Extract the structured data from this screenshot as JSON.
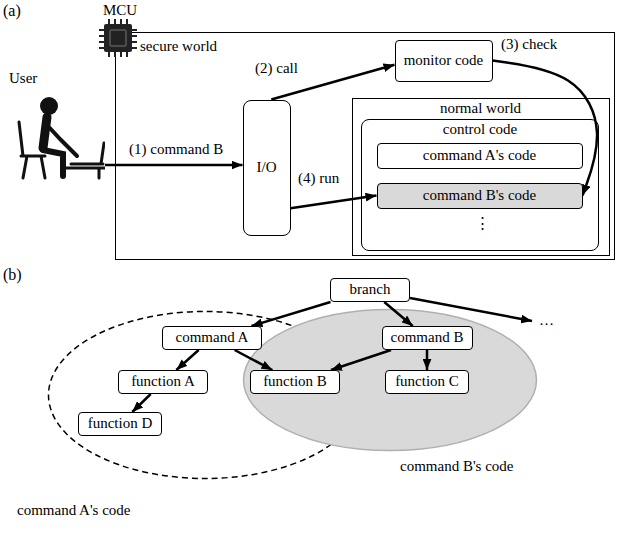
{
  "diagram": {
    "nodes": [
      {
        "text": [
          "secure world"
        ]
      },
      {
        "text": [
          "monitor code"
        ],
        "in": 0
      },
      {
        "text": [
          "I/O"
        ],
        "in": 0
      },
      {
        "text": [
          "normal world"
        ],
        "in": 0
      },
      {
        "text": [
          "control code"
        ],
        "in": 3
      },
      {
        "text": [
          "command A's code"
        ],
        "in": 4
      },
      {
        "text": [
          "command B's code"
        ],
        "in": 4
      },
      {
        "text": [
          "User"
        ]
      },
      {
        "text": [
          "branch"
        ]
      },
      {
        "text": [
          "command A"
        ]
      },
      {
        "text": [
          "command B"
        ]
      },
      {
        "text": [
          "function A"
        ]
      },
      {
        "text": [
          "function B"
        ]
      },
      {
        "text": [
          "function C"
        ]
      },
      {
        "text": [
          "function D"
        ]
      },
      {
        "text": [
          "command A's code"
        ]
      },
      {
        "text": [
          "command B's code"
        ]
      }
    ],
    "edges": [
      {
        "from": 7,
        "to": 2,
        "label": "(1) command B",
        "arrow": "to"
      },
      {
        "from": 2,
        "to": 1,
        "label": "(2) call",
        "arrow": "to"
      },
      {
        "from": 1,
        "to": 6,
        "label": "(3) check",
        "arrow": "to"
      },
      {
        "from": 2,
        "to": 6,
        "label": "(4) run",
        "arrow": "to"
      },
      {
        "from": 8,
        "to": 9,
        "arrow": "to"
      },
      {
        "from": 8,
        "to": 10,
        "arrow": "to"
      },
      {
        "from": 9,
        "to": 11,
        "arrow": "to"
      },
      {
        "from": 9,
        "to": 12,
        "arrow": "to"
      },
      {
        "from": 10,
        "to": 12,
        "arrow": "to"
      },
      {
        "from": 10,
        "to": 13,
        "arrow": "to"
      },
      {
        "from": 11,
        "to": 14,
        "arrow": "to"
      }
    ],
    "labels": [
      "(a)",
      "MCU",
      "⋮",
      "(b)",
      "…"
    ]
  }
}
